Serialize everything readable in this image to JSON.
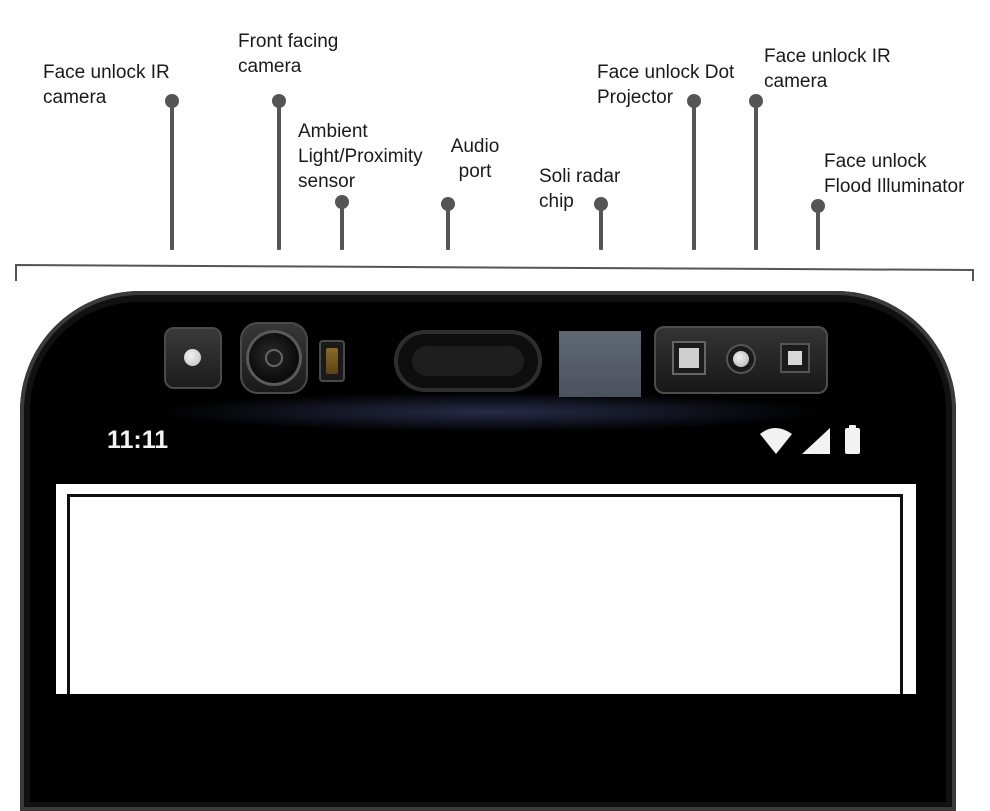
{
  "labels": {
    "face_unlock_ir_left": [
      "Face unlock IR",
      "camera"
    ],
    "front_camera": [
      "Front facing",
      "camera"
    ],
    "ambient_light": [
      "Ambient",
      "Light/Proximity",
      "sensor"
    ],
    "audio_port": [
      "Audio",
      "port"
    ],
    "soli": [
      "Soli radar",
      "chip"
    ],
    "dot_projector": [
      "Face unlock Dot",
      "Projector"
    ],
    "face_unlock_ir_right": [
      "Face unlock IR",
      "camera"
    ],
    "flood_illuminator": [
      "Face unlock",
      "Flood Illuminator"
    ]
  },
  "status_bar": {
    "time": "11:11",
    "icons": [
      "wifi-icon",
      "cell-signal-icon",
      "battery-icon"
    ]
  },
  "colors": {
    "leader": "#555555",
    "phone_frame": "#111111",
    "soli_chip": "#5f6774",
    "status_text": "#f2f2f2"
  }
}
